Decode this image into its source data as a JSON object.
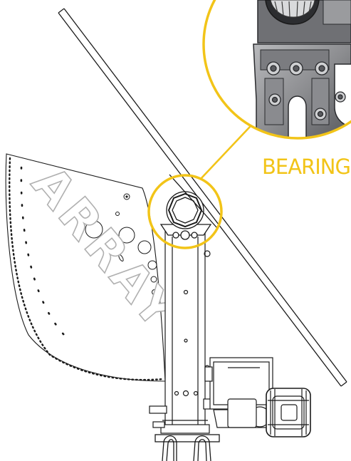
{
  "diagram": {
    "wordmark": "ARRAY",
    "callout": {
      "label": "BEARING"
    }
  },
  "colors": {
    "accent": "#f2c418",
    "line": "#1a1a1a",
    "metal": "#8c8c8e",
    "metal_dark": "#4a4b4f",
    "wordmark_fill": "#c8c8c8"
  },
  "icons": {
    "callout_shape": "magnifier-circle",
    "detail_view": "bearing-housing-render"
  }
}
